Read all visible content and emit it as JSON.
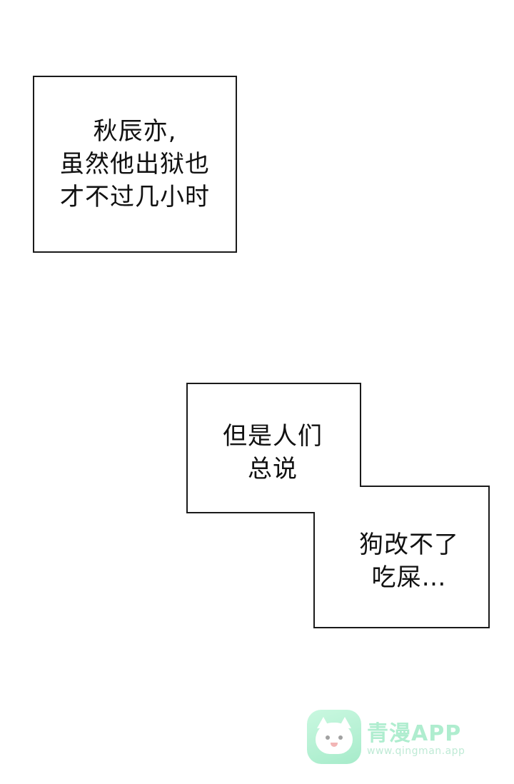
{
  "panel_1": {
    "lines": [
      "秋辰亦,",
      "虽然他出狱也",
      "才不过几小时"
    ]
  },
  "panel_2": {
    "upper_lines": [
      "但是人们",
      "总说"
    ],
    "lower_lines": [
      "狗改不了",
      "吃屎…"
    ]
  },
  "watermark": {
    "title": "青漫APP",
    "url": "www.qingman.app",
    "logo_icon": "cat-face-icon",
    "logo_color": "#6fe0a8"
  }
}
